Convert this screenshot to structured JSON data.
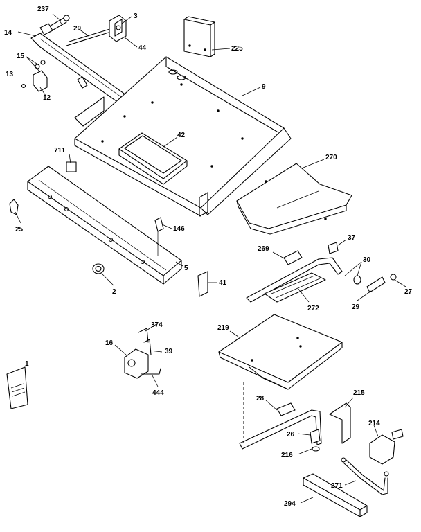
{
  "callouts": [
    {
      "id": "237",
      "text": "237"
    },
    {
      "id": "3",
      "text": "3"
    },
    {
      "id": "14",
      "text": "14"
    },
    {
      "id": "20",
      "text": "20"
    },
    {
      "id": "44",
      "text": "44"
    },
    {
      "id": "225",
      "text": "225"
    },
    {
      "id": "15",
      "text": "15"
    },
    {
      "id": "13",
      "text": "13"
    },
    {
      "id": "12",
      "text": "12"
    },
    {
      "id": "9",
      "text": "9"
    },
    {
      "id": "42",
      "text": "42"
    },
    {
      "id": "711",
      "text": "711"
    },
    {
      "id": "270",
      "text": "270"
    },
    {
      "id": "25",
      "text": "25"
    },
    {
      "id": "146",
      "text": "146"
    },
    {
      "id": "5",
      "text": "5"
    },
    {
      "id": "2",
      "text": "2"
    },
    {
      "id": "41",
      "text": "41"
    },
    {
      "id": "269",
      "text": "269"
    },
    {
      "id": "37",
      "text": "37"
    },
    {
      "id": "30",
      "text": "30"
    },
    {
      "id": "27",
      "text": "27"
    },
    {
      "id": "29",
      "text": "29"
    },
    {
      "id": "272",
      "text": "272"
    },
    {
      "id": "374",
      "text": "374"
    },
    {
      "id": "219",
      "text": "219"
    },
    {
      "id": "16",
      "text": "16"
    },
    {
      "id": "39",
      "text": "39"
    },
    {
      "id": "1",
      "text": "1"
    },
    {
      "id": "444",
      "text": "444"
    },
    {
      "id": "28",
      "text": "28"
    },
    {
      "id": "215",
      "text": "215"
    },
    {
      "id": "214",
      "text": "214"
    },
    {
      "id": "26",
      "text": "26"
    },
    {
      "id": "216",
      "text": "216"
    },
    {
      "id": "271",
      "text": "271"
    },
    {
      "id": "294",
      "text": "294"
    }
  ]
}
